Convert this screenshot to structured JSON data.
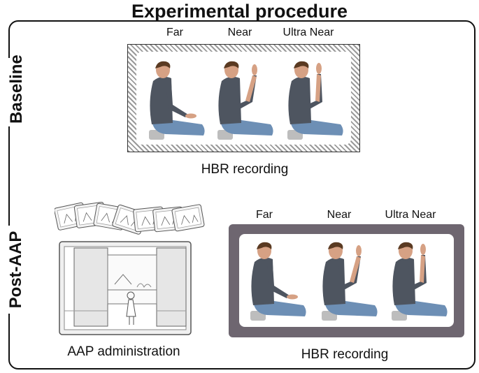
{
  "title": "Experimental procedure",
  "sections": {
    "baseline": {
      "label": "Baseline",
      "conditions": [
        "Far",
        "Near",
        "Ultra Near"
      ],
      "caption": "HBR recording"
    },
    "post": {
      "label": "Post-AAP",
      "aap_caption": "AAP administration",
      "conditions": [
        "Far",
        "Near",
        "Ultra Near"
      ],
      "caption": "HBR recording"
    }
  },
  "colors": {
    "frame_dark": "#6e6670",
    "hatch": "#9a9a9a",
    "shirt": "#4e5560",
    "jeans": "#6d8fb5",
    "skin": "#d6a184",
    "hair": "#5a3a22"
  }
}
